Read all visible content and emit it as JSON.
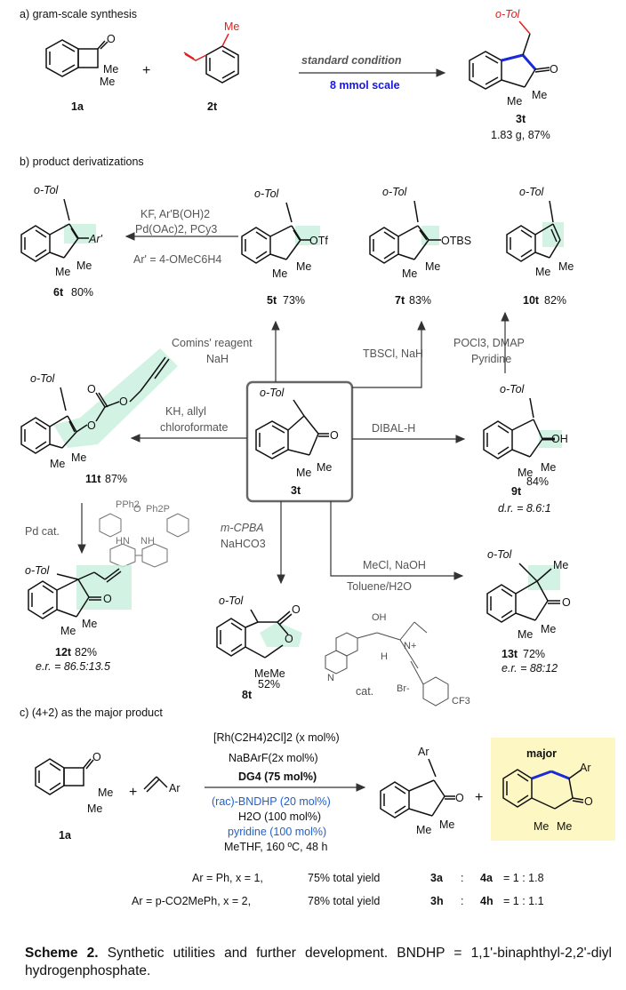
{
  "section_a": {
    "title": "a) gram-scale synthesis",
    "reactant_1": {
      "label": "1a",
      "sub": "Me"
    },
    "reactant_2": {
      "label": "2t",
      "sub": "Me"
    },
    "plus": "+",
    "condition_top": "standard condition",
    "condition_bottom": "8 mmol scale",
    "product": {
      "label": "3t",
      "sub_otol": "o-Tol",
      "me": "Me",
      "yield": "1.83 g, 87%"
    }
  },
  "section_b": {
    "title": "b) product derivatizations",
    "center": {
      "label": "3t",
      "otol": "o-Tol",
      "me": "Me"
    },
    "p6t": {
      "label": "6t",
      "yield": "80%",
      "otol": "o-Tol",
      "sub": "Ar'",
      "me": "Me"
    },
    "p5t": {
      "label": "5t",
      "yield": "73%",
      "otol": "o-Tol",
      "sub": "OTf",
      "me": "Me"
    },
    "p7t": {
      "label": "7t",
      "yield": "83%",
      "otol": "o-Tol",
      "sub": "OTBS",
      "me": "Me"
    },
    "p10t": {
      "label": "10t",
      "yield": "82%",
      "otol": "o-Tol",
      "me": "Me"
    },
    "p11t": {
      "label": "11t",
      "yield": "87%",
      "otol": "o-Tol",
      "me": "Me"
    },
    "p9t": {
      "label": "9t",
      "yield": "84%",
      "otol": "o-Tol",
      "sub": "OH",
      "me": "Me",
      "dr": "d.r. = 8.6:1"
    },
    "p12t": {
      "label": "12t",
      "yield": "82%",
      "otol": "o-Tol",
      "me": "Me",
      "er": "e.r. = 86.5:13.5"
    },
    "p8t": {
      "label": "8t",
      "yield": "52%",
      "otol": "o-Tol",
      "me": "MeMe"
    },
    "p13t": {
      "label": "13t",
      "yield": "72%",
      "otol": "o-Tol",
      "me": "Me",
      "er": "e.r. = 88:12"
    },
    "cond_6t_line1": "KF, Ar'B(OH)2",
    "cond_6t_line2": "Pd(OAc)2, PCy3",
    "cond_6t_line3": "Ar' = 4-OMeC6H4",
    "cond_5t_line1": "Comins' reagent",
    "cond_5t_line2": "NaH",
    "cond_7t": "TBSCl, NaH",
    "cond_10t_line1": "POCl3, DMAP",
    "cond_10t_line2": "Pyridine",
    "cond_11t_line1": "KH, allyl",
    "cond_11t_line2": "chloroformate",
    "cond_9t": "DIBAL-H",
    "cond_12t": "Pd cat.",
    "cond_8t_line1": "m-CPBA",
    "cond_8t_line2": "NaHCO3",
    "cond_13t_line1": "MeCl, NaOH",
    "cond_13t_line2": "Toluene/H2O",
    "ligand_labels": {
      "pph2": "PPh2",
      "ph2p": "Ph2P",
      "o": "O",
      "hn": "HN",
      "nh": "NH"
    },
    "catalyst_labels": {
      "oh": "OH",
      "h": "H",
      "nplus": "N+",
      "br": "Br-",
      "cf3": "CF3",
      "n": "N",
      "cat": "cat."
    }
  },
  "section_c": {
    "title": "c) (4+2) as the major product",
    "reactant_1": "1a",
    "reactant_2_sub": "Ar",
    "plus": "+",
    "cond_1": "[Rh(C2H4)2Cl]2 (x mol%)",
    "cond_2": "NaBArF(2x mol%)",
    "cond_3": "DG4 (75 mol%)",
    "cond_4": "(rac)-BNDHP (20 mol%)",
    "cond_5": "H2O (100 mol%)",
    "cond_6": "pyridine (100 mol%)",
    "cond_7": "MeTHF, 160 ºC, 48 h",
    "major": "major",
    "row1": {
      "ar": "Ar =  Ph, x = 1,",
      "yield": "75% total yield",
      "p1": "3a",
      "p2": "4a",
      "ratio": "= 1  :  1.8"
    },
    "row2": {
      "ar": "Ar = p-CO2MePh, x = 2,",
      "yield": "78% total yield",
      "p1": "3h",
      "p2": "4h",
      "ratio": "= 1  :  1.1"
    }
  },
  "caption": {
    "label": "Scheme 2.",
    "text": "Synthetic utilities and further development. BNDHP = 1,1'-binaphthyl-2,2'-diyl hydrogenphosphate."
  }
}
